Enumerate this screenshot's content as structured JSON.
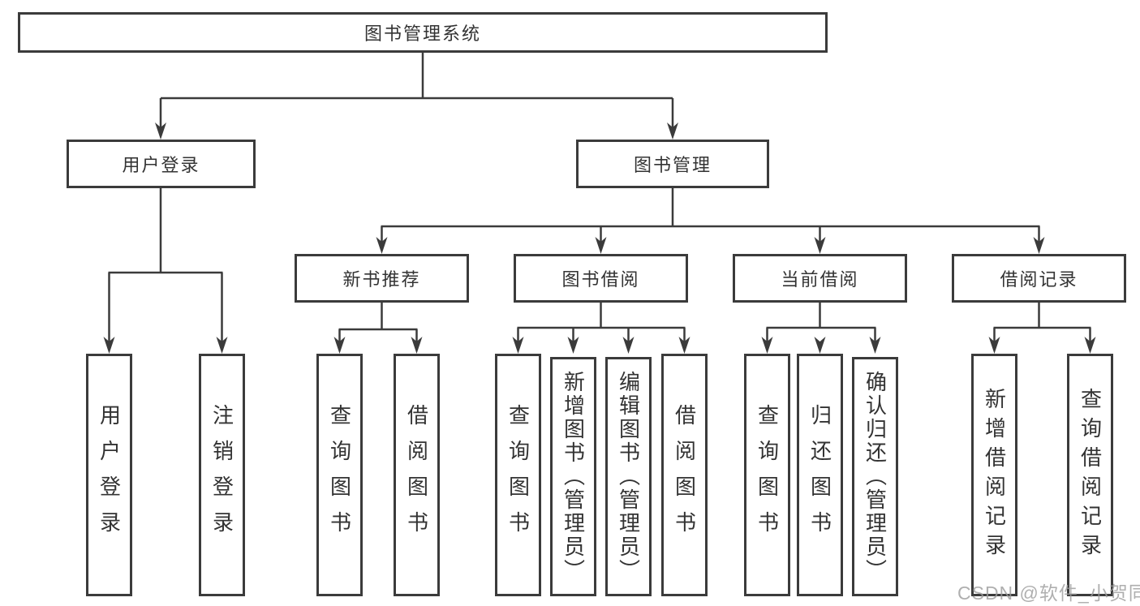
{
  "diagram": {
    "root": {
      "label": "图书管理系统",
      "children": [
        {
          "label": "用户登录",
          "children": [
            {
              "label": "用户登录"
            },
            {
              "label": "注销登录"
            }
          ]
        },
        {
          "label": "图书管理",
          "children": [
            {
              "label": "新书推荐",
              "children": [
                {
                  "label": "查询图书"
                },
                {
                  "label": "借阅图书"
                }
              ]
            },
            {
              "label": "图书借阅",
              "children": [
                {
                  "label": "查询图书"
                },
                {
                  "label": "新增图书（管理员）"
                },
                {
                  "label": "编辑图书（管理员）"
                },
                {
                  "label": "借阅图书"
                }
              ]
            },
            {
              "label": "当前借阅",
              "children": [
                {
                  "label": "查询图书"
                },
                {
                  "label": "归还图书"
                },
                {
                  "label": "确认归还（管理员）"
                }
              ]
            },
            {
              "label": "借阅记录",
              "children": [
                {
                  "label": "新增借阅记录"
                },
                {
                  "label": "查询借阅记录"
                }
              ]
            }
          ]
        }
      ]
    },
    "watermark": "CSDN @软件_小贺同学",
    "colors": {
      "border": "#3b3b3b",
      "text": "#333333",
      "line": "#3b3b3b",
      "watermark": "#9c9c9c",
      "background": "#ffffff"
    }
  }
}
